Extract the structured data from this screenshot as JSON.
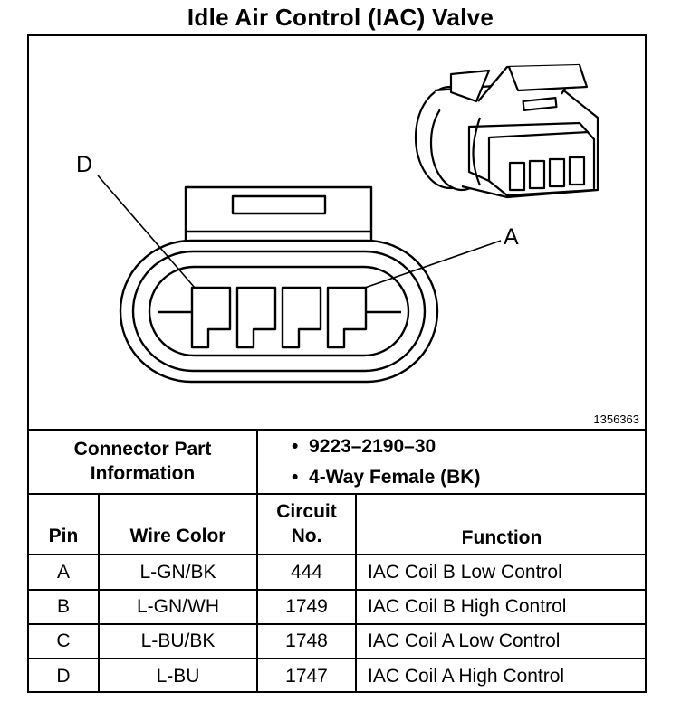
{
  "title": "Idle Air Control (IAC) Valve",
  "figure_id": "1356363",
  "callouts": {
    "pin_d": "D",
    "pin_a": "A"
  },
  "connector_info": {
    "label_line1": "Connector Part",
    "label_line2": "Information",
    "items": [
      "9223–2190–30",
      "4-Way Female (BK)"
    ]
  },
  "table": {
    "headers": {
      "pin": "Pin",
      "wire_color": "Wire Color",
      "circuit_line1": "Circuit",
      "circuit_line2": "No.",
      "function": "Function"
    },
    "rows": [
      {
        "pin": "A",
        "wire": "L-GN/BK",
        "circuit": "444",
        "function": "IAC Coil B Low Control"
      },
      {
        "pin": "B",
        "wire": "L-GN/WH",
        "circuit": "1749",
        "function": "IAC Coil B High Control"
      },
      {
        "pin": "C",
        "wire": "L-BU/BK",
        "circuit": "1748",
        "function": "IAC Coil A Low Control"
      },
      {
        "pin": "D",
        "wire": "L-BU",
        "circuit": "1747",
        "function": "IAC Coil A High Control"
      }
    ]
  }
}
